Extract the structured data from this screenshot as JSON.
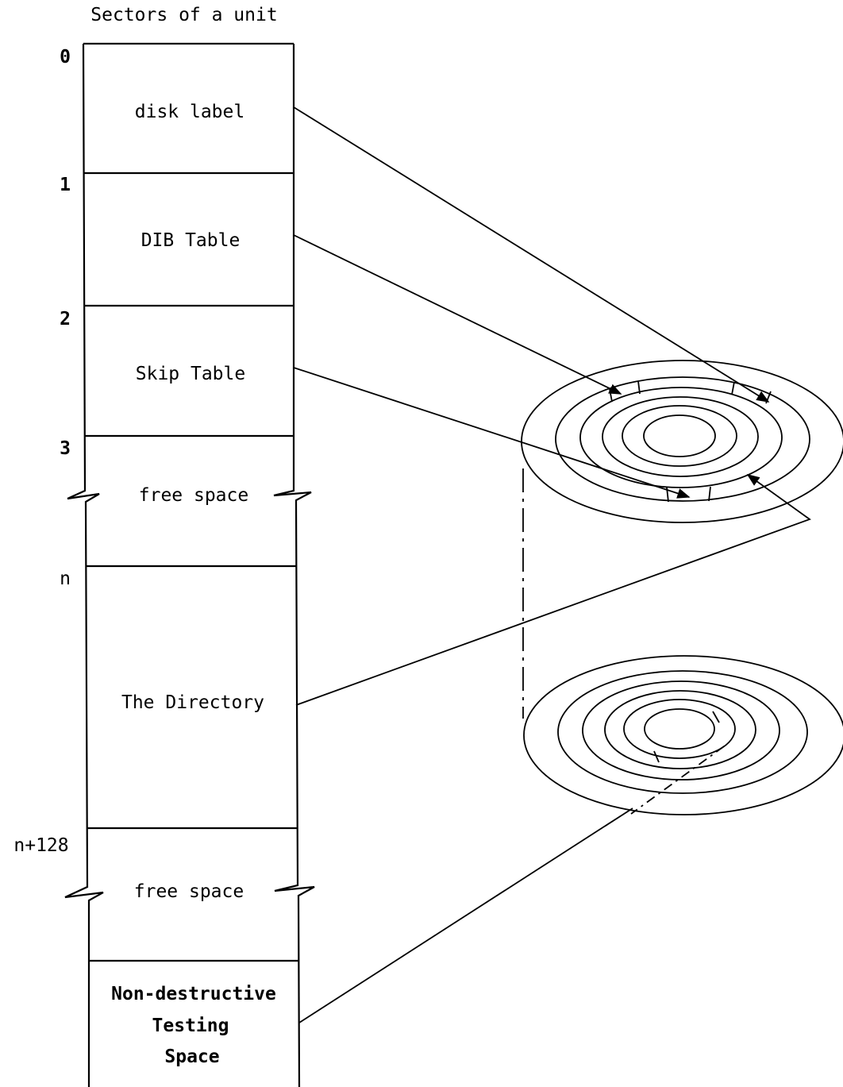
{
  "heading": "Sectors of a unit",
  "sector_numbers": [
    "0",
    "1",
    "2",
    "3",
    "n",
    "n+128"
  ],
  "regions": [
    {
      "label_lines": [
        "disk label"
      ]
    },
    {
      "label_lines": [
        "DIB Table"
      ]
    },
    {
      "label_lines": [
        "Skip Table"
      ]
    },
    {
      "label_lines": [
        "free space"
      ]
    },
    {
      "label_lines": [
        "The Directory"
      ]
    },
    {
      "label_lines": [
        "free space"
      ]
    },
    {
      "label_lines": [
        "Non-destructive",
        "Testing",
        "Space"
      ]
    }
  ],
  "platters": [
    "top-platter",
    "bottom-platter"
  ]
}
